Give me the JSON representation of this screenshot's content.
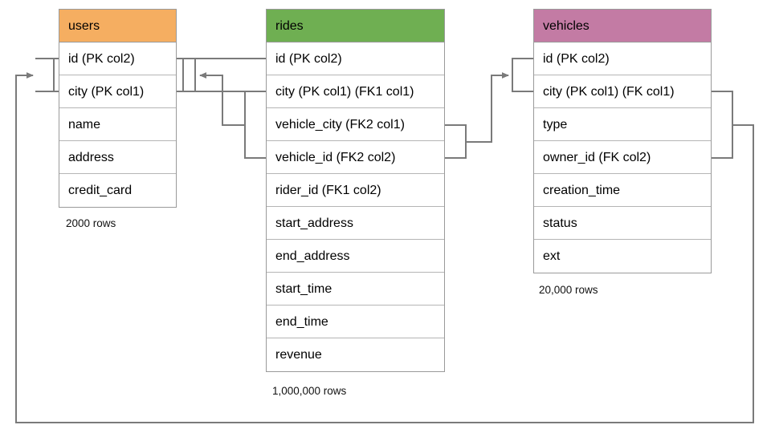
{
  "diagram": {
    "title": "ride-sharing schema entity relationship diagram",
    "background": "#ffffff",
    "edge_color": "#7a7a7a",
    "border_color": "#9a9a9a"
  },
  "tables": [
    {
      "name": "users",
      "header_color": "#f5ae61",
      "row_count_label": "2000 rows",
      "columns": [
        "id (PK col2)",
        "city (PK col1)",
        "name",
        "address",
        "credit_card"
      ]
    },
    {
      "name": "rides",
      "header_color": "#6faf52",
      "row_count_label": "1,000,000 rows",
      "columns": [
        "id (PK col2)",
        "city (PK col1) (FK1 col1)",
        "vehicle_city (FK2 col1)",
        "vehicle_id (FK2 col2)",
        "rider_id (FK1 col2)",
        "start_address",
        "end_address",
        "start_time",
        "end_time",
        "revenue"
      ]
    },
    {
      "name": "vehicles",
      "header_color": "#c37ba4",
      "row_count_label": "20,000 rows",
      "columns": [
        "id (PK col2)",
        "city (PK col1) (FK col1)",
        "type",
        "owner_id (FK col2)",
        "creation_time",
        "status",
        "ext"
      ]
    }
  ],
  "relationships": [
    {
      "name": "FK1",
      "from_table": "rides",
      "from_columns": [
        "city (PK col1) (FK1 col1)",
        "rider_id (FK1 col2)"
      ],
      "to_table": "users",
      "to_columns": [
        "id (PK col2)",
        "city (PK col1)"
      ]
    },
    {
      "name": "FK2",
      "from_table": "rides",
      "from_columns": [
        "vehicle_city (FK2 col1)",
        "vehicle_id (FK2 col2)"
      ],
      "to_table": "vehicles",
      "to_columns": [
        "id (PK col2)",
        "city (PK col1) (FK col1)"
      ]
    },
    {
      "name": "FK",
      "from_table": "vehicles",
      "from_columns": [
        "city (PK col1) (FK col1)",
        "owner_id (FK col2)"
      ],
      "to_table": "users",
      "to_columns": [
        "id (PK col2)",
        "city (PK col1)"
      ]
    }
  ]
}
